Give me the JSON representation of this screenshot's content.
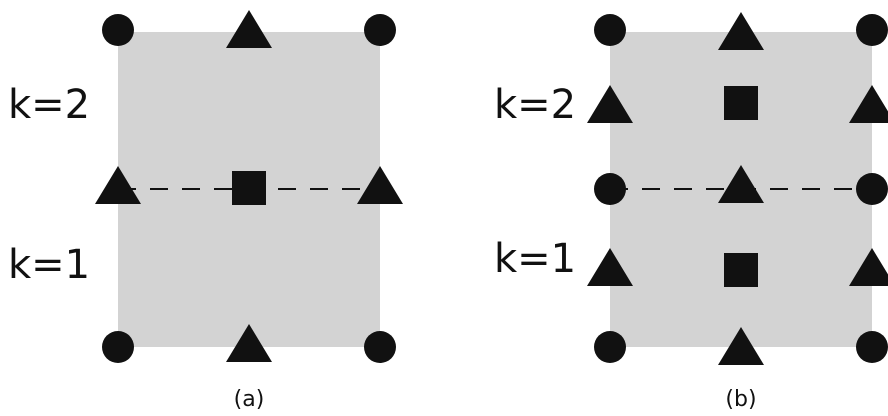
{
  "colors": {
    "cell_fill": "#d3d3d3",
    "marker": "#111111",
    "background": "#ffffff"
  },
  "marker_kinds": [
    "circle-icon",
    "triangle-icon",
    "square-icon"
  ],
  "panels": [
    {
      "id": "a",
      "caption": "(a)",
      "labels": {
        "upper": "k=2",
        "lower": "k=1"
      },
      "markers": [
        {
          "kind": "circle",
          "pos": "top-left"
        },
        {
          "kind": "triangle",
          "pos": "top-mid"
        },
        {
          "kind": "circle",
          "pos": "top-right"
        },
        {
          "kind": "triangle",
          "pos": "mid-left"
        },
        {
          "kind": "square",
          "pos": "center"
        },
        {
          "kind": "triangle",
          "pos": "mid-right"
        },
        {
          "kind": "circle",
          "pos": "bottom-left"
        },
        {
          "kind": "triangle",
          "pos": "bottom-mid"
        },
        {
          "kind": "circle",
          "pos": "bottom-right"
        }
      ]
    },
    {
      "id": "b",
      "caption": "(b)",
      "labels": {
        "upper": "k=2",
        "lower": "k=1"
      },
      "markers": [
        {
          "kind": "circle",
          "pos": "top-left"
        },
        {
          "kind": "triangle",
          "pos": "top-mid"
        },
        {
          "kind": "circle",
          "pos": "top-right"
        },
        {
          "kind": "triangle",
          "pos": "upper-left"
        },
        {
          "kind": "square",
          "pos": "upper-center"
        },
        {
          "kind": "triangle",
          "pos": "upper-right"
        },
        {
          "kind": "circle",
          "pos": "mid-left"
        },
        {
          "kind": "triangle",
          "pos": "center"
        },
        {
          "kind": "circle",
          "pos": "mid-right"
        },
        {
          "kind": "triangle",
          "pos": "lower-left"
        },
        {
          "kind": "square",
          "pos": "lower-center"
        },
        {
          "kind": "triangle",
          "pos": "lower-right"
        },
        {
          "kind": "circle",
          "pos": "bottom-left"
        },
        {
          "kind": "triangle",
          "pos": "bottom-mid"
        },
        {
          "kind": "circle",
          "pos": "bottom-right"
        }
      ]
    }
  ]
}
